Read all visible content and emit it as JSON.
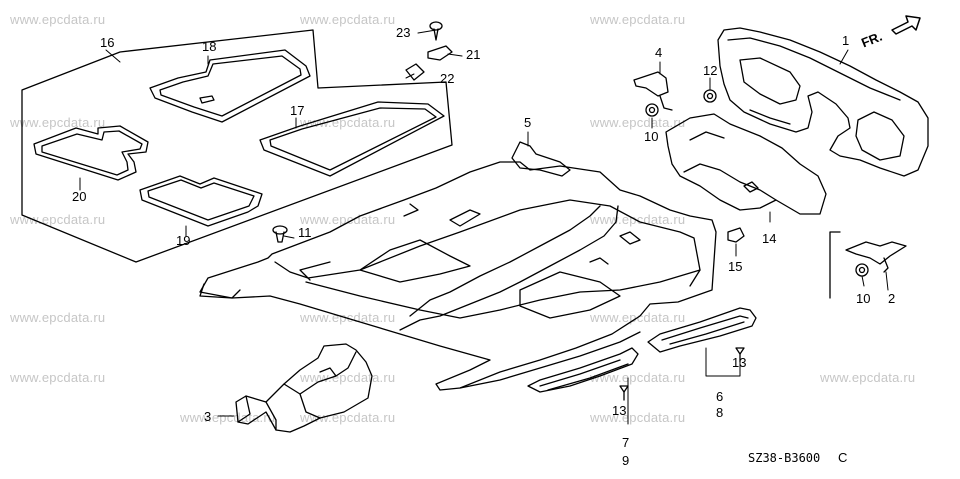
{
  "watermark": "www.epcdata.ru",
  "direction_label": "FR.",
  "diagram_code": "SZ38-B3600",
  "diagram_code_suffix": "C",
  "callouts": {
    "c1": "1",
    "c2": "2",
    "c3": "3",
    "c4": "4",
    "c5": "5",
    "c6": "6",
    "c7": "7",
    "c8": "8",
    "c9": "9",
    "c10a": "10",
    "c10b": "10",
    "c11": "11",
    "c12": "12",
    "c13a": "13",
    "c13b": "13",
    "c14": "14",
    "c15": "15",
    "c16": "16",
    "c17": "17",
    "c18": "18",
    "c19": "19",
    "c20": "20",
    "c21": "21",
    "c22": "22",
    "c23": "23"
  },
  "colors": {
    "line": "#000000",
    "watermark": "#c6c6c6",
    "background": "#ffffff"
  }
}
